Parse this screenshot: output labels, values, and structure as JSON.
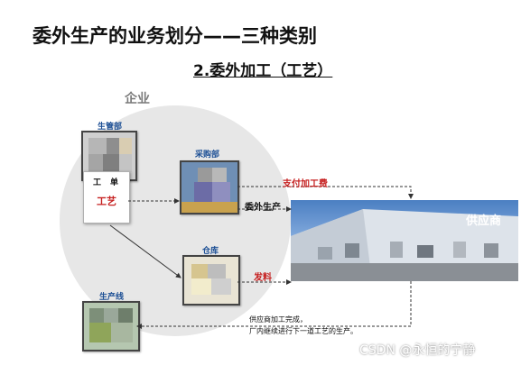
{
  "header": {
    "title": "委外生产的业务划分——三种类别",
    "subtitle": "2.委外加工（工艺）"
  },
  "diagram": {
    "enterprise_label": "企业",
    "departments": {
      "production_management": "生管部",
      "purchasing": "采购部",
      "warehouse": "仓库",
      "production_line": "生产线"
    },
    "document": {
      "line1": "工单",
      "line2": "工艺"
    },
    "supplier_label": "供应商",
    "flows": {
      "pay_fee": "支付加工费",
      "outsource_production": "委外生产",
      "dispatch_material": "发料",
      "return_note_line1": "供应商加工完成，",
      "return_note_line2": "厂内继续进行下一道工艺的生产。"
    }
  },
  "watermark": "CSDN @永恒的宁静",
  "colors": {
    "accent_red": "#c62020",
    "dept_blue": "#1c4f95",
    "circle_gray": "#e7e7e7"
  }
}
